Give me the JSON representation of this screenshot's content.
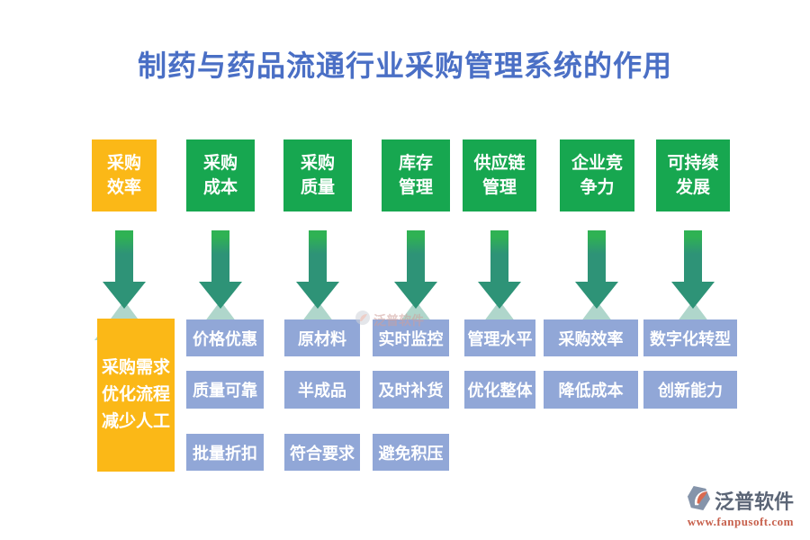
{
  "title": "制药与药品流通行业采购管理系统的作用",
  "columns": [
    {
      "header": "采购\n效率",
      "panel": "采购需求\n优化流程\n减少人工",
      "accent": "#fbb817"
    },
    {
      "header": "采购\n成本",
      "items": [
        "价格优惠",
        "质量可靠",
        "批量折扣"
      ]
    },
    {
      "header": "采购\n质量",
      "items": [
        "原材料",
        "半成品",
        "符合要求"
      ]
    },
    {
      "header": "库存\n管理",
      "items": [
        "实时监控",
        "及时补货",
        "避免积压"
      ]
    },
    {
      "header": "供应链\n管理",
      "items": [
        "管理水平",
        "优化整体"
      ]
    },
    {
      "header": "企业竞\n争力",
      "items": [
        "采购效率",
        "降低成本"
      ]
    },
    {
      "header": "可持续\n发展",
      "items": [
        "数字化转型",
        "创新能力"
      ]
    }
  ],
  "watermark": {
    "text": "泛普软件"
  },
  "footer": {
    "brand": "泛普软件",
    "url": "www.fanpusoft.com"
  },
  "colors": {
    "title": "#4a6fc5",
    "green_box": "#17a750",
    "orange_box": "#fbb817",
    "arrow_teal": "#2e9377",
    "arrow_cap_green": "#2fb254",
    "blue_box": "#91a7d7",
    "footer_brand": "#5b6576",
    "footer_url": "#c7604c"
  }
}
